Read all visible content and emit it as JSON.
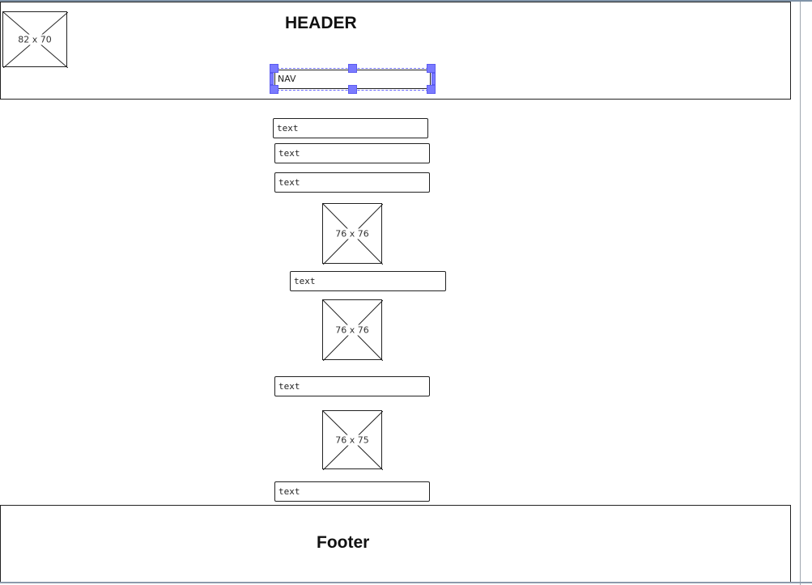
{
  "header": {
    "title": "HEADER",
    "logo_placeholder": "82 x 70",
    "nav_label": "NAV"
  },
  "content": {
    "text_fields": [
      "text",
      "text",
      "text",
      "text",
      "text",
      "text"
    ],
    "image_placeholders": [
      "76 x 76",
      "76 x 76",
      "76 x 75"
    ]
  },
  "footer": {
    "title": "Footer"
  },
  "colors": {
    "selection_handle": "#7a7aff",
    "outline": "#222222"
  }
}
